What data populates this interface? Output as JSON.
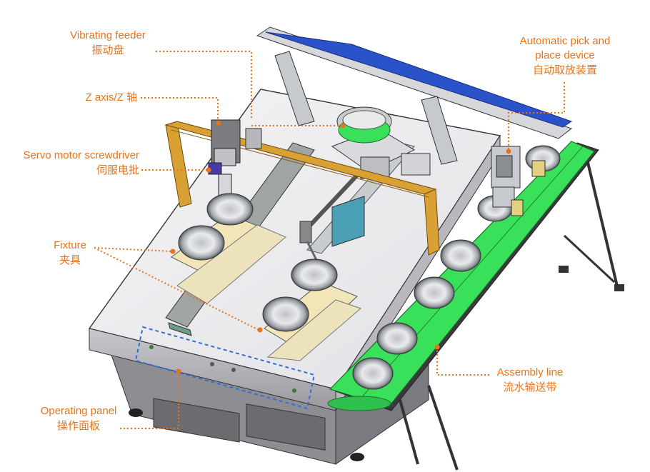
{
  "labels": {
    "vibrating_feeder": {
      "en": "Vibrating feeder",
      "zh": "振动盘"
    },
    "z_axis": {
      "en": "Z axis/Z 轴"
    },
    "servo_screwdriver": {
      "en": "Servo motor screwdriver",
      "zh": "伺服电批"
    },
    "fixture": {
      "en": "Fixture",
      "zh": "夹具"
    },
    "operating_panel": {
      "en": "Operating panel",
      "zh": "操作面板"
    },
    "pick_place": {
      "en_line1": "Automatic pick and",
      "en_line2": "place device",
      "zh": "自动取放装置"
    },
    "assembly_line": {
      "en": "Assembly line",
      "zh": "流水输送带"
    }
  },
  "colors": {
    "label": "#e8731c",
    "leader_line": "#e8731c",
    "conveyor_belt": "#39e05a",
    "gantry": "#d9a033",
    "beam_blue": "#2a52c9",
    "fixture_plate": "#f2e6b8",
    "panel_outline": "#2f6fd6"
  }
}
